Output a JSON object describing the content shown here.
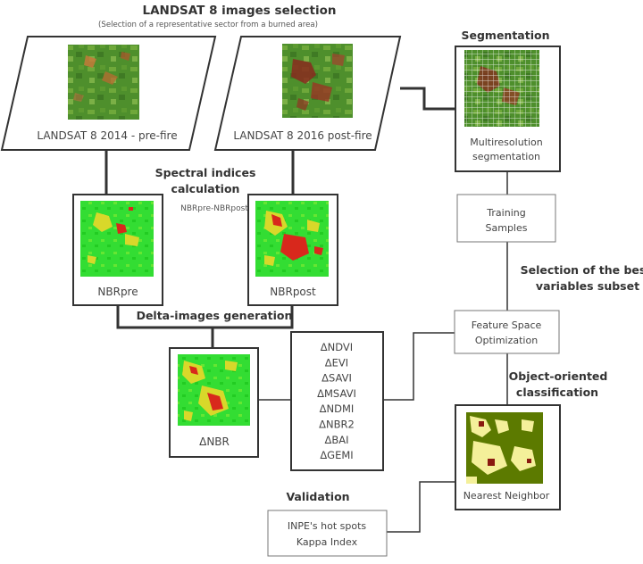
{
  "header": {
    "title": "LANDSAT 8 images selection",
    "subtitle": "(Selection of a representative sector from a burned area)"
  },
  "images": {
    "pre_fire": "LANDSAT 8 2014 - pre-fire",
    "post_fire": "LANDSAT 8 2016 post-fire"
  },
  "segmentation": {
    "title": "Segmentation",
    "label_line1": "Multiresolution",
    "label_line2": "segmentation"
  },
  "spectral": {
    "title_line1": "Spectral indices",
    "title_line2": "calculation",
    "note": "NBRpre-NBRpost"
  },
  "nbr": {
    "pre": "NBRpre",
    "post": "NBRpost"
  },
  "training": {
    "line1": "Training",
    "line2": "Samples"
  },
  "selection": {
    "line1": "Selection of the best",
    "line2": "variables subset"
  },
  "delta": {
    "title": "Delta-images generation",
    "dnbr": "ΔNBR"
  },
  "indices": [
    "ΔNDVI",
    "ΔEVI",
    "ΔSAVI",
    "ΔMSAVI",
    "ΔNDMI",
    "ΔNBR2",
    "ΔBAI",
    "ΔGEMI"
  ],
  "feature_space": {
    "line1": "Feature Space",
    "line2": "Optimization"
  },
  "classification": {
    "title_line1": "Object-oriented",
    "title_line2": "classification",
    "label": "Nearest Neighbor"
  },
  "validation": {
    "title": "Validation",
    "line1": "INPE's hot spots",
    "line2": "Kappa Index"
  },
  "colors": {
    "connector": "#333333",
    "box_border": "#333333",
    "thin_border": "#777777",
    "nbr_green": "#33dd33",
    "nbr_yellow": "#d8d82a",
    "nbr_red": "#d8281c",
    "class_olive": "#5c7a00",
    "class_cream": "#f4f09a",
    "class_maroon": "#8a1a10"
  }
}
